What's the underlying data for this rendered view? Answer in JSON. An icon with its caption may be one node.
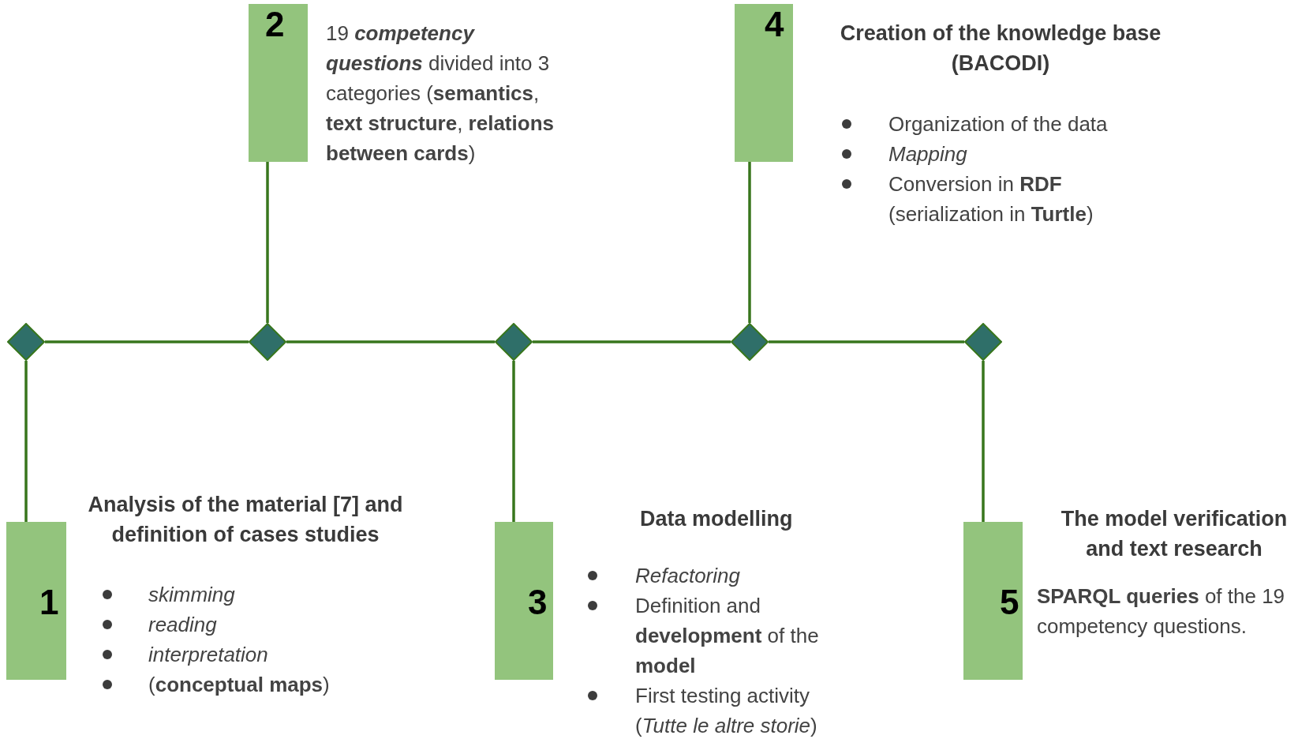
{
  "diagram": {
    "nodes": [
      {
        "text": [],
        "shape": "diamond"
      },
      {
        "text": [],
        "shape": "diamond"
      },
      {
        "text": [],
        "shape": "diamond"
      },
      {
        "text": [],
        "shape": "diamond"
      },
      {
        "text": [],
        "shape": "diamond"
      },
      {
        "text": [
          "1"
        ],
        "beside": [
          "Analysis of the material [7] and definition of cases studies",
          "skimming",
          "reading",
          "interpretation",
          "(**conceptual maps**)"
        ]
      },
      {
        "text": [
          "2"
        ],
        "beside": [
          "19 **competency questions** divided into 3 categories (**semantics**, **text structure**, **relations between cards**)"
        ]
      },
      {
        "text": [
          "3"
        ],
        "beside": [
          "Data modelling",
          "Refactoring",
          "Definition and **development** of the **model**",
          "First testing activity (*Tutte le altre storie*)"
        ]
      },
      {
        "text": [
          "4"
        ],
        "beside": [
          "Creation of the knowledge base (BACODI)",
          "Organization of the data",
          "Mapping",
          "Conversion in **RDF** (serialization in **Turtle**)"
        ]
      },
      {
        "text": [
          "5"
        ],
        "beside": [
          "The model verification and text research",
          "**SPARQL queries** of the 19 competency questions."
        ]
      }
    ],
    "edges": [
      {
        "from": 0,
        "to": 1,
        "arrow": "none"
      },
      {
        "from": 1,
        "to": 2,
        "arrow": "none"
      },
      {
        "from": 2,
        "to": 3,
        "arrow": "none"
      },
      {
        "from": 3,
        "to": 4,
        "arrow": "none"
      },
      {
        "from": 0,
        "to": 5,
        "arrow": "none"
      },
      {
        "from": 1,
        "to": 6,
        "arrow": "none"
      },
      {
        "from": 2,
        "to": 7,
        "arrow": "none"
      },
      {
        "from": 3,
        "to": 8,
        "arrow": "none"
      },
      {
        "from": 4,
        "to": 9,
        "arrow": "none"
      }
    ]
  }
}
